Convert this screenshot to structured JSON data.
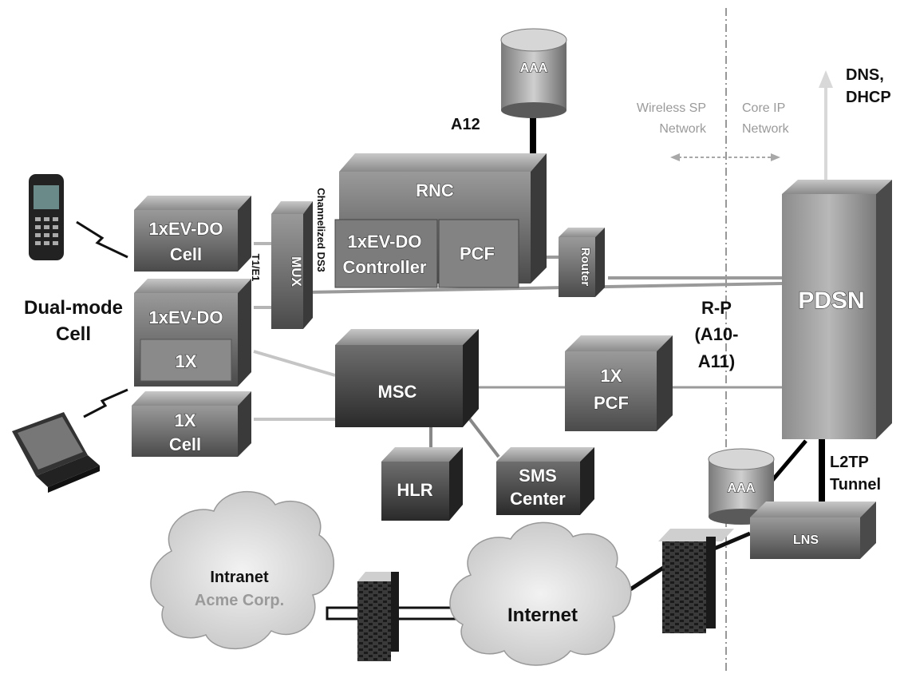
{
  "labels": {
    "aaa_top": "AAA",
    "a12": "A12",
    "wireless_sp_1": "Wireless SP",
    "wireless_sp_2": "Network",
    "core_ip_1": "Core IP",
    "core_ip_2": "Network",
    "dns_1": "DNS,",
    "dns_2": "DHCP",
    "rnc": "RNC",
    "evdo_controller_1": "1xEV-DO",
    "evdo_controller_2": "Controller",
    "pcf": "PCF",
    "router": "Router",
    "channelized_ds3": "Channelized DS3",
    "mux": "MUX",
    "t1e1": "T1/E1",
    "evdo_cell_1": "1xEV-DO",
    "evdo_cell_2": "Cell",
    "dualmode_evdo": "1xEV-DO",
    "dualmode_1x": "1X",
    "dualmode_cell_1": "Dual-mode",
    "dualmode_cell_2": "Cell",
    "cell_1x_1": "1X",
    "cell_1x_2": "Cell",
    "msc": "MSC",
    "pcf_1x_1": "1X",
    "pcf_1x_2": "PCF",
    "rp_1": "R-P",
    "rp_2": "(A10-",
    "rp_3": "A11)",
    "pdsn": "PDSN",
    "hlr": "HLR",
    "sms_1": "SMS",
    "sms_2": "Center",
    "aaa_bottom": "AAA",
    "lns": "LNS",
    "l2tp_1": "L2TP",
    "l2tp_2": "Tunnel",
    "intranet_1": "Intranet",
    "intranet_2": "Acme Corp.",
    "internet": "Internet"
  }
}
